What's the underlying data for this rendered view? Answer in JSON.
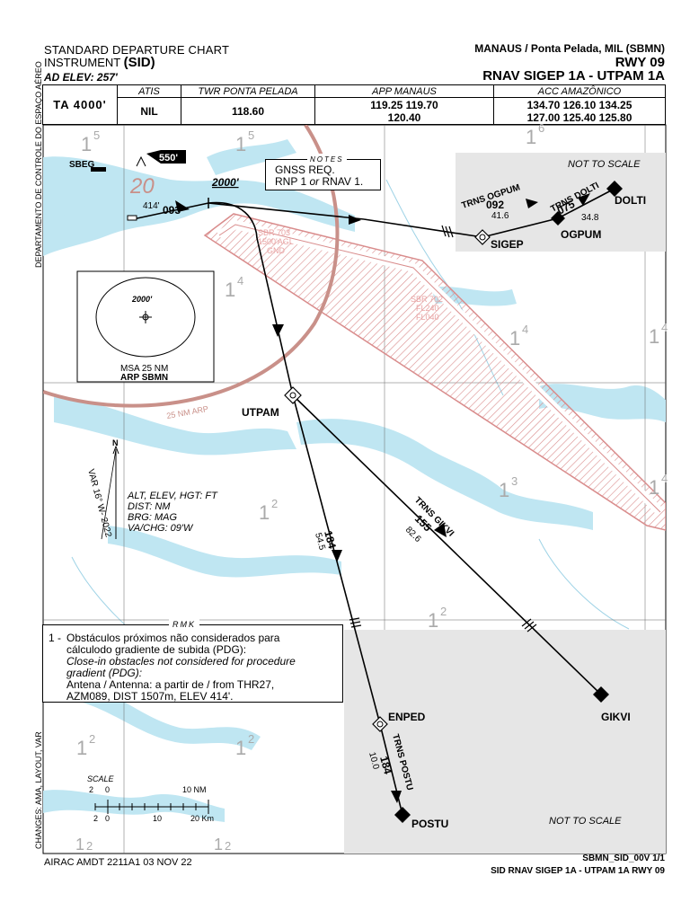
{
  "header": {
    "chart_type_line1": "STANDARD DEPARTURE  CHART",
    "chart_type_line2_prefix": "INSTRUMENT ",
    "chart_type_line2_bold": "(SID)",
    "ad_elev": "AD ELEV: 257'",
    "airport": "MANAUS / Ponta Pelada, MIL (SBMN)",
    "runway": "RWY 09",
    "procedure": "RNAV SIGEP 1A - UTPAM 1A"
  },
  "frequencies": {
    "ta": "TA 4000'",
    "atis_label": "ATIS",
    "atis_value": "NIL",
    "twr_label": "TWR PONTA PELADA",
    "twr_value": "118.60",
    "app_label": "APP MANAUS",
    "app_value_1": "119.25 119.70",
    "app_value_2": "120.40",
    "acc_label": "ACC AMAZÔNICO",
    "acc_value_1": "134.70 126.10 134.25",
    "acc_value_2": "127.00 125.40 125.80"
  },
  "sidebar": {
    "top": "DEPARTAMENTO DE CONTROLE DO ESPAÇO AÉREO",
    "bottom": "CHANGES: AMA, LAYOUT, VAR"
  },
  "notes": {
    "title": "NOTES",
    "line1": "GNSS REQ.",
    "line2_a": "RNP 1 ",
    "line2_b": "or",
    "line2_c": " RNAV 1."
  },
  "rmk": {
    "title": "RMK",
    "num": "1 -",
    "line1": "Obstáculos próximos não considerados para",
    "line2": "cálculodo gradiente de subida (PDG):",
    "line3": "Close-in obstacles not considered for procedure",
    "line4": "gradient (PDG):",
    "line5": "Antena / Antenna: a partir de / from THR27,",
    "line6": "AZM089, DIST 1507m, ELEV 414'."
  },
  "msa": {
    "alt": "2000'",
    "label1": "MSA 25 NM",
    "label2": "ARP SBMN"
  },
  "legend": {
    "line1": "ALT, ELEV, HGT: FT",
    "line2": "DIST: NM",
    "line3": "BRG: MAG",
    "line4": "VA/CHG: 09'W",
    "var": "VAR 16° W- 2022",
    "north": "N"
  },
  "map": {
    "sbeg": "SBEG",
    "obstacle_550": "550'",
    "antenna_414": "414'",
    "grid_20": "20",
    "alt_2000": "2000'",
    "hdg_093": "093",
    "sbr703_1": "SBR 703",
    "sbr703_2": "1500'AGL",
    "sbr703_3": "GND",
    "sbr702_1": "SBR 702",
    "sbr702_2": "FL240",
    "sbr702_3": "FL040",
    "arc_label": "25  NM  ARP",
    "not_to_scale_top": "NOT TO SCALE",
    "not_to_scale_bottom": "NOT TO SCALE"
  },
  "waypoints": {
    "sigep": "SIGEP",
    "ogpum": "OGPUM",
    "dolti": "DOLTI",
    "utpam": "UTPAM",
    "enped": "ENPED",
    "gikvi": "GIKVI",
    "postu": "POSTU"
  },
  "transitions": {
    "ogpum_name": "TRNS OGPUM",
    "ogpum_brg": "092",
    "ogpum_dist": "41.6",
    "dolti_name": "TRNS DOLTI",
    "dolti_brg": "075",
    "dolti_dist": "34.8",
    "gikvi_name": "TRNS GIKVI",
    "gikvi_brg": "155",
    "gikvi_dist": "82.6",
    "utpam_enped_brg": "184",
    "utpam_enped_dist": "54.5",
    "postu_name": "TRNS POSTU",
    "postu_brg": "184",
    "postu_dist": "10.0"
  },
  "scale": {
    "title": "SCALE",
    "nm_0a": "2",
    "nm_0b": "0",
    "nm_10": "10  NM",
    "km_0a": "2",
    "km_0b": "0",
    "km_10": "10",
    "km_20": "20  Km"
  },
  "footer": {
    "airac": "AIRAC AMDT 2211A1  03 NOV 22",
    "code": "SBMN_SID_00V 1/1",
    "title": "SID RNAV SIGEP 1A - UTPAM 1A RWY 09"
  },
  "colors": {
    "water": "#bfe6f2",
    "restricted": "#d98c8c",
    "msa_arc": "#c99089",
    "inset_grey": "#e6e6e6"
  }
}
